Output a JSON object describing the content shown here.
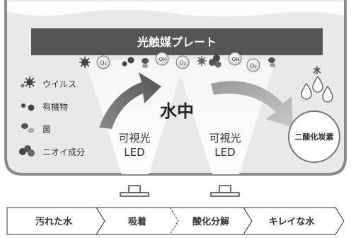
{
  "plate": {
    "label": "光触媒プレート"
  },
  "molecules": {
    "o2": "O₂",
    "oh": "·OH"
  },
  "center": {
    "label": "水中"
  },
  "water": {
    "label": "水"
  },
  "legend": [
    {
      "icon": "virus-icon",
      "label": "ウイルス"
    },
    {
      "icon": "organic-matter-icon",
      "label": "有機物"
    },
    {
      "icon": "bacteria-icon",
      "label": "菌"
    },
    {
      "icon": "odor-icon",
      "label": "ニオイ成分"
    }
  ],
  "lights": [
    {
      "line1": "可視光",
      "line2": "LED"
    },
    {
      "line1": "可視光",
      "line2": "LED"
    }
  ],
  "product": {
    "label": "二酸化炭素"
  },
  "steps": [
    {
      "label": "汚れた水"
    },
    {
      "label": "吸着"
    },
    {
      "label": "酸化分解"
    },
    {
      "label": "キレイな水"
    }
  ],
  "colors": {
    "tank_fill": "#e9e9e9",
    "tank_border": "#8a8a8a",
    "plate": "#555555",
    "arrow_dark": "#5f5f5f",
    "arrow_light": "#a0a0a0",
    "text": "#333333"
  }
}
